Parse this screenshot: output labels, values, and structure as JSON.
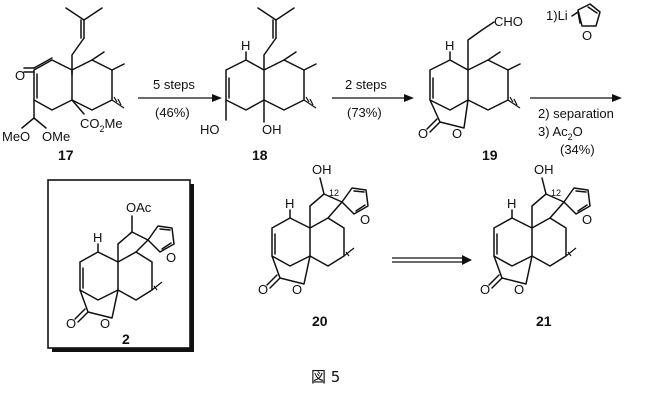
{
  "figure_caption": "図 5",
  "compounds": [
    {
      "id": "17",
      "label": "17",
      "atoms": {
        "ketone_o": "O",
        "ester": "CO",
        "ester_sub": "2",
        "ester_me": "Me",
        "acetal_left": "MeO",
        "acetal_right": "OMe"
      }
    },
    {
      "id": "18",
      "label": "18",
      "atoms": {
        "h": "H",
        "oh_left": "HO",
        "oh_right": "OH"
      }
    },
    {
      "id": "19",
      "label": "19",
      "atoms": {
        "h": "H",
        "cho": "CHO",
        "lactone_o": "O",
        "ring_o": "O"
      }
    },
    {
      "id": "2",
      "label": "2",
      "atoms": {
        "oac": "OAc",
        "h": "H",
        "furan_o": "O",
        "lactone_o": "O",
        "ring_o": "O"
      }
    },
    {
      "id": "20",
      "label": "20",
      "atoms": {
        "oh": "OH",
        "c12": "12",
        "h": "H",
        "furan_o": "O",
        "lactone_o": "O",
        "ring_o": "O"
      }
    },
    {
      "id": "21",
      "label": "21",
      "atoms": {
        "oh": "OH",
        "c12": "12",
        "h": "H",
        "furan_o": "O",
        "lactone_o": "O",
        "ring_o": "O"
      }
    }
  ],
  "reactions": [
    {
      "id": "step1",
      "above": "5 steps",
      "below": "(46%)"
    },
    {
      "id": "step2",
      "above": "2 steps",
      "below": "(73%)"
    },
    {
      "id": "step3",
      "line1_prefix": "1)",
      "line1_reagent": "Li",
      "furan_o": "O",
      "line2": "2) separation",
      "line3_a": "3) Ac",
      "line3_sub": "2",
      "line3_b": "O",
      "line4": "(34%)"
    },
    {
      "id": "step4"
    }
  ]
}
